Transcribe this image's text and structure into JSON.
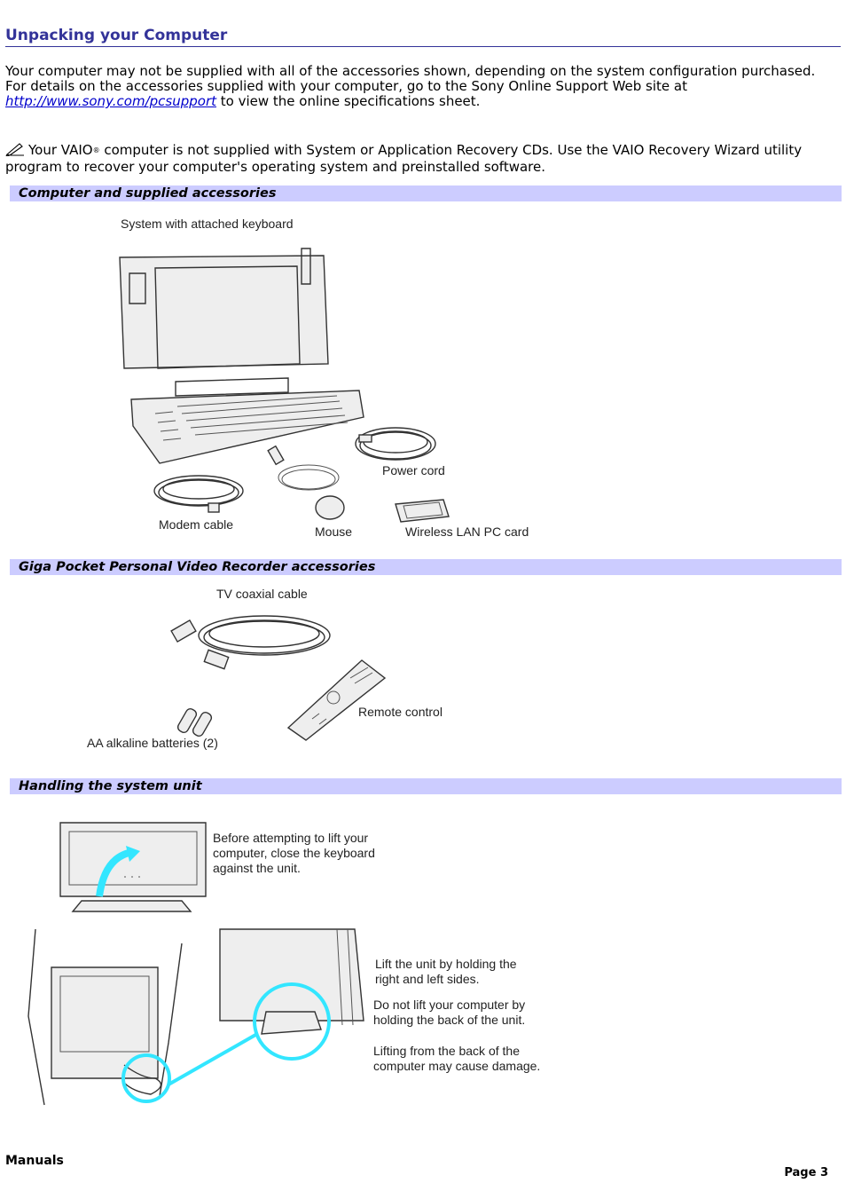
{
  "page_title": "Unpacking your Computer",
  "intro": {
    "text_1": "Your computer may not be supplied with all of the accessories shown, depending on the system configuration purchased. For details on the accessories supplied with your computer, go to the Sony Online Support Web site at",
    "link": "http://www.sony.com/pcsupport",
    "text_2": "to view the online specifications sheet."
  },
  "note": {
    "icon": "pencil-note-icon",
    "text_1": "Your VAIO",
    "reg": "®",
    "text_2": "computer is not supplied with System or Application Recovery CDs. Use the VAIO Recovery Wizard utility program to recover your computer's operating system and preinstalled software."
  },
  "sections": [
    {
      "title": "Computer and supplied accessories",
      "labels": {
        "system": "System with attached keyboard",
        "power_cord": "Power cord",
        "modem_cable": "Modem cable",
        "mouse": "Mouse",
        "wlan": "Wireless LAN PC card"
      }
    },
    {
      "title": "Giga Pocket Personal Video Recorder accessories",
      "labels": {
        "tv_cable": "TV coaxial cable",
        "remote": "Remote control",
        "batteries": "AA alkaline batteries (2)"
      }
    },
    {
      "title": "Handling the system unit",
      "labels": {
        "close_keyboard": "Before attempting to lift your computer, close the keyboard against the unit.",
        "lift_sides": "Lift the unit by holding the right and left sides.",
        "no_back": "Do not lift your computer by holding the back of the unit.",
        "damage": "Lifting from the back of the computer may cause damage."
      }
    }
  ],
  "footer": {
    "left": "Manuals",
    "right": "Page 3"
  }
}
